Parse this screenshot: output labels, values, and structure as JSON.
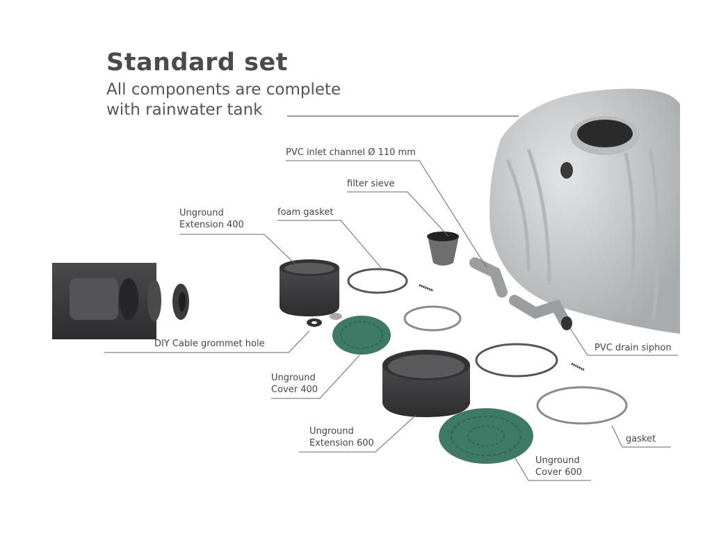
{
  "header": {
    "title": "Standard set",
    "subtitle_line1": "All components are complete",
    "subtitle_line2": "with rainwater tank"
  },
  "labels": {
    "inlet_channel": "PVC inlet channel Ø 110 mm",
    "filter_sieve": "filter sieve",
    "foam_gasket": "foam gasket",
    "extension_400": [
      "Unground",
      "Extension 400"
    ],
    "cable_grommet": "DIY Cable grommet hole",
    "drain_siphon": "PVC drain siphon",
    "cover_400": [
      "Unground",
      "Cover 400"
    ],
    "extension_600": [
      "Unground",
      "Extension 600"
    ],
    "gasket": "gasket",
    "cover_600": [
      "Unground",
      "Cover 600"
    ]
  },
  "colors": {
    "cover_green": "#3f7a66",
    "part_dark": "#3c3c3e",
    "tank_gray": "#cfd1d2"
  }
}
